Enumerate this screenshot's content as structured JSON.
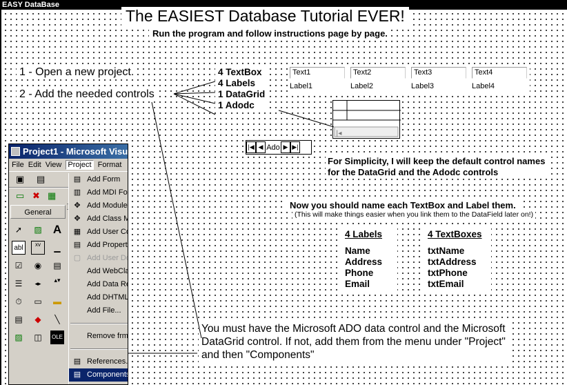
{
  "window": {
    "title": "EASY DataBase"
  },
  "header": {
    "title": "The EASIEST Database Tutorial EVER!",
    "subtitle": "Run the program and follow instructions page by page."
  },
  "steps": {
    "step1": "1 - Open a new project.",
    "step2": "2 - Add the needed controls"
  },
  "controls_list": [
    "4 TextBox",
    "4 Labels",
    "1 DataGrid",
    "1 Adodc"
  ],
  "textboxes": [
    "Text1",
    "Text2",
    "Text3",
    "Text4"
  ],
  "labels": [
    "Label1",
    "Label2",
    "Label3",
    "Label4"
  ],
  "adodc": {
    "caption": "Ado"
  },
  "simplicity_note": [
    "For Simplicity, I will keep the default control names",
    "for the DataGrid and the Adodc controls"
  ],
  "naming": {
    "heading": "Now you should name each TextBox and Label them.",
    "subnote": "(This will make things easier when you link them to the DataField later on!)",
    "labels_header": "4 Labels",
    "textboxes_header": "4 TextBoxes",
    "label_names": [
      "Name",
      "Address",
      "Phone",
      "Email"
    ],
    "textbox_names": [
      "txtName",
      "txtAddress",
      "txtPhone",
      "txtEmail"
    ]
  },
  "bottom_note": [
    "You must have the Microsoft ADO data control and the Microsoft",
    "DataGrid control. If not, add them from the menu under \"Project\"",
    "and then \"Components\""
  ],
  "ide": {
    "title": "Project1 - Microsoft Visu",
    "menubar": [
      "File",
      "Edit",
      "View",
      "Project",
      "Format"
    ],
    "toolbox_label": "General",
    "project_menu": [
      {
        "label": "Add Form",
        "icon": "form-icon",
        "enabled": true
      },
      {
        "label": "Add MDI For",
        "icon": "mdi-form-icon",
        "enabled": true
      },
      {
        "label": "Add Module",
        "icon": "module-icon",
        "enabled": true
      },
      {
        "label": "Add Class Mo",
        "icon": "class-module-icon",
        "enabled": true
      },
      {
        "label": "Add User Co",
        "icon": "user-control-icon",
        "enabled": true
      },
      {
        "label": "Add Property",
        "icon": "property-page-icon",
        "enabled": true
      },
      {
        "label": "Add User Do",
        "icon": "user-document-icon",
        "enabled": false
      },
      {
        "label": "Add WebClas",
        "icon": "",
        "enabled": true
      },
      {
        "label": "Add Data Re",
        "icon": "",
        "enabled": true
      },
      {
        "label": "Add DHTML P",
        "icon": "",
        "enabled": true
      },
      {
        "label": "Add File...",
        "icon": "",
        "enabled": true
      },
      {
        "label": "Remove frmM",
        "icon": "",
        "enabled": true
      },
      {
        "label": "References...",
        "icon": "references-icon",
        "enabled": true
      },
      {
        "label": "Components",
        "icon": "components-icon",
        "enabled": true
      }
    ]
  }
}
